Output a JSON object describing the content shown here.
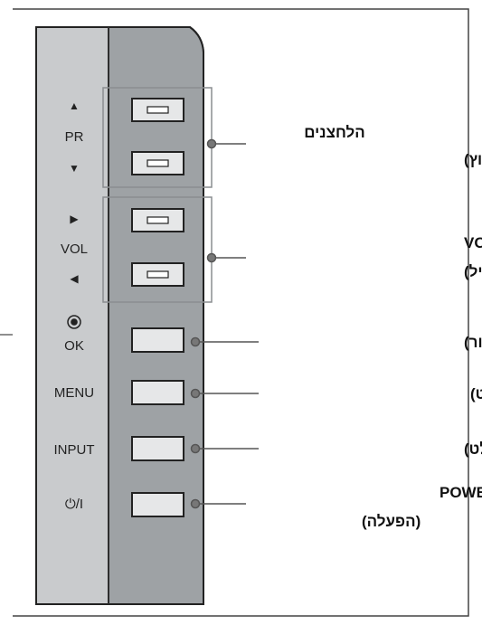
{
  "panel": {
    "side_labels": {
      "pr": "PR",
      "vol": "VOL",
      "ok": "OK",
      "menu": "MENU",
      "input": "INPUT",
      "power": "⏻/I"
    },
    "symbols": {
      "up": "▲",
      "down": "▼",
      "right": "▶",
      "left": "◀",
      "ok_dot": "◉"
    }
  },
  "callouts": {
    "programme_line1": "הלחצנים",
    "programme_line2": "PROGRAMME (ערוץ)",
    "volume_line1": "הלחצנים VOLUME",
    "volume_line2": "(עוצמת צליל)",
    "ok": "הלחצן OK (אישור)",
    "menu": "הלחצן MENU (תפריט)",
    "input": "הלחצן INPUT (קלט)",
    "power_line1": "הלחצן POWER",
    "power_line2": "(הפעלה)"
  },
  "colors": {
    "panel_front": "#c9cbcd",
    "panel_side": "#9ea2a5",
    "outline": "#222222",
    "group_box": "#8a8d90",
    "button_fill": "#e6e7e8"
  }
}
